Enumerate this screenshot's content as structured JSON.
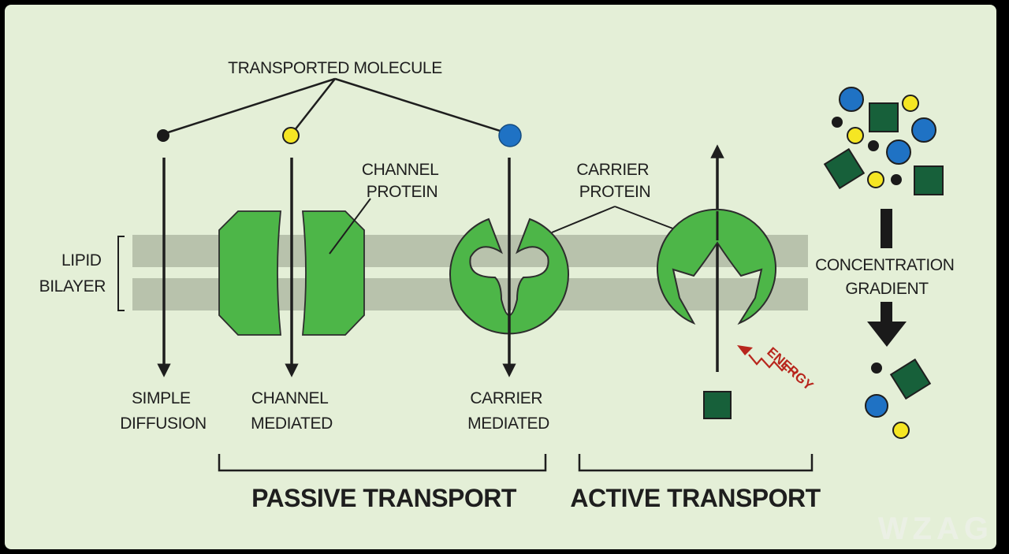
{
  "labels": {
    "transported_molecule": "TRANSPORTED MOLECULE",
    "channel_protein": [
      "CHANNEL",
      "PROTEIN"
    ],
    "carrier_protein": [
      "CARRIER",
      "PROTEIN"
    ],
    "lipid_bilayer": [
      "LIPID",
      "BILAYER"
    ],
    "simple_diffusion": [
      "SIMPLE",
      "DIFFUSION"
    ],
    "channel_mediated": [
      "CHANNEL",
      "MEDIATED"
    ],
    "carrier_mediated": [
      "CARRIER",
      "MEDIATED"
    ],
    "energy": "ENERGY",
    "concentration_gradient": [
      "CONCENTRATION",
      "GRADIENT"
    ],
    "passive_transport": "PASSIVE TRANSPORT",
    "active_transport": "ACTIVE TRANSPORT"
  },
  "watermark": "WZAG",
  "colors": {
    "background": "#e4efd7",
    "frame": "#000000",
    "membrane": "#b8c2ac",
    "protein_green": "#4db648",
    "protein_outline": "#2d2d2d",
    "dark_square": "#17603a",
    "blue_molecule": "#1f72c4",
    "yellow_molecule": "#f5e623",
    "black_molecule": "#1a1a1a",
    "energy_red": "#b8261d",
    "ink": "#1e1e1e"
  }
}
